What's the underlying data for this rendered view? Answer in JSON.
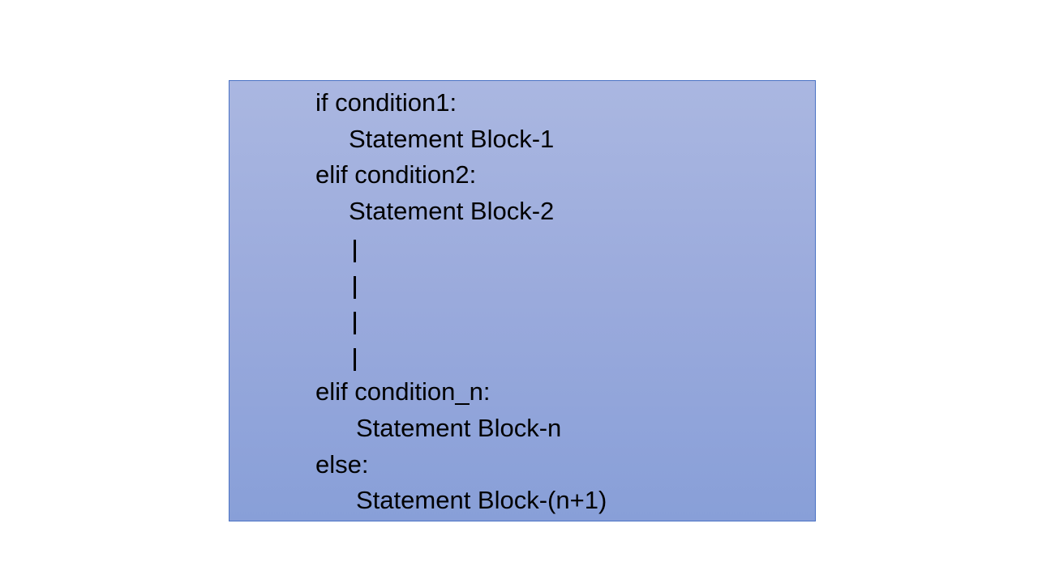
{
  "code": {
    "line1": "if condition1:",
    "line2": "Statement Block-1",
    "line3": "elif condition2:",
    "line4": "Statement Block-2",
    "continuation": [
      "|",
      "|",
      "|",
      "|"
    ],
    "line5": "elif condition_n:",
    "line6": "Statement Block-n",
    "line7": "else:",
    "line8": "Statement Block-(n+1)"
  },
  "colors": {
    "box_fill_top": "#aab7e1",
    "box_fill_bottom": "#889fd8",
    "box_border": "#4a72c4",
    "text": "#000000"
  }
}
